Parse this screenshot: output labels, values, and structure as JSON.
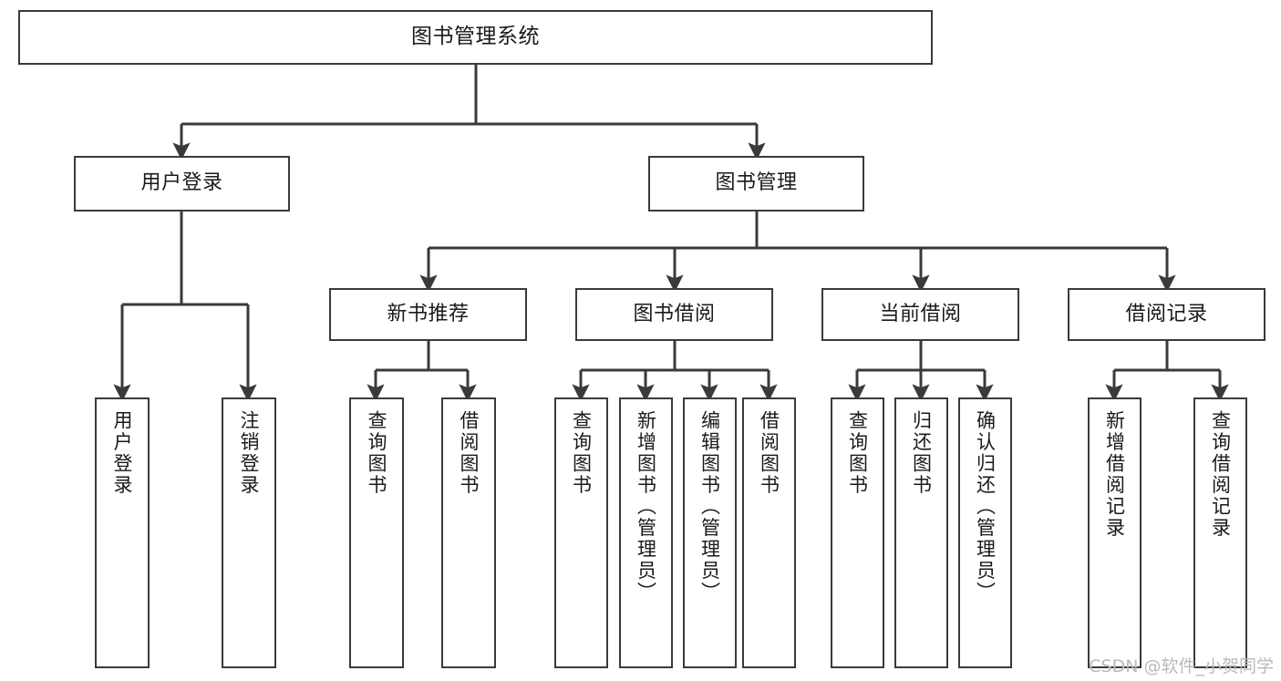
{
  "diagram": {
    "type": "tree-hierarchy",
    "title": "图书管理系统",
    "watermark": "CSDN @软件_小贺同学",
    "colors": {
      "stroke": "#3a3a3a",
      "fill": "#ffffff",
      "text": "#1a1a1a",
      "watermark": "#b9b9b9"
    },
    "levels": {
      "root": {
        "label": "图书管理系统"
      },
      "level2": [
        {
          "label": "用户登录"
        },
        {
          "label": "图书管理"
        }
      ],
      "level3": [
        {
          "label": "新书推荐"
        },
        {
          "label": "图书借阅"
        },
        {
          "label": "当前借阅"
        },
        {
          "label": "借阅记录"
        }
      ],
      "leaves": [
        {
          "label": "用户登录",
          "parent": "用户登录"
        },
        {
          "label": "注销登录",
          "parent": "用户登录"
        },
        {
          "label": "查询图书",
          "parent": "新书推荐"
        },
        {
          "label": "借阅图书",
          "parent": "新书推荐"
        },
        {
          "label": "查询图书",
          "parent": "图书借阅"
        },
        {
          "label": "新增图书（管理员）",
          "parent": "图书借阅"
        },
        {
          "label": "编辑图书（管理员）",
          "parent": "图书借阅"
        },
        {
          "label": "借阅图书",
          "parent": "图书借阅"
        },
        {
          "label": "查询图书",
          "parent": "当前借阅"
        },
        {
          "label": "归还图书",
          "parent": "当前借阅"
        },
        {
          "label": "确认归还（管理员）",
          "parent": "当前借阅"
        },
        {
          "label": "新增借阅记录",
          "parent": "借阅记录"
        },
        {
          "label": "查询借阅记录",
          "parent": "借阅记录"
        }
      ]
    }
  }
}
